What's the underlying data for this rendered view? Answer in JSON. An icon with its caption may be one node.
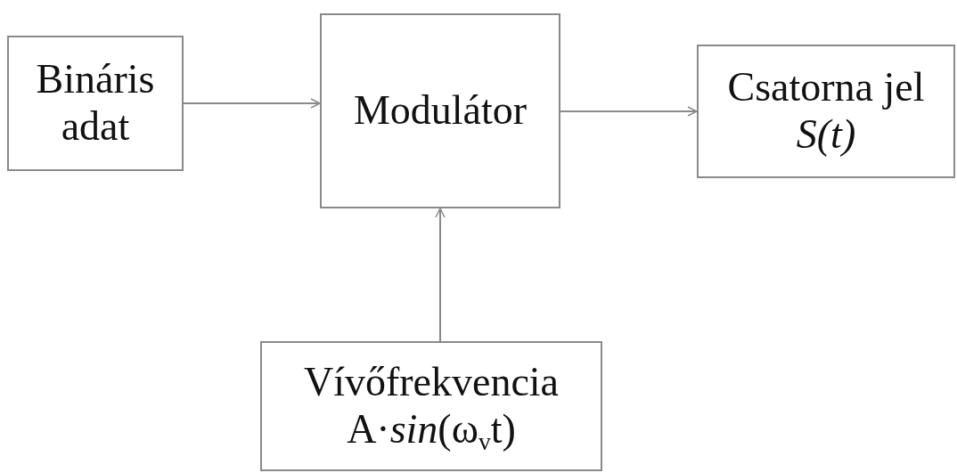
{
  "diagram": {
    "nodes": [
      {
        "text": [
          "Bináris adat"
        ]
      },
      {
        "text": [
          "Modulátor"
        ]
      },
      {
        "text": [
          "Csatorna jel",
          "S(t)"
        ]
      },
      {
        "text": [
          "Vívőfrekvencia",
          "A·*sin*(ω$_{v}$t)"
        ]
      }
    ],
    "edges": [
      {
        "from": 0,
        "to": 1,
        "arrow": "to"
      },
      {
        "from": 1,
        "to": 2,
        "arrow": "to"
      },
      {
        "from": 3,
        "to": 1,
        "arrow": "to"
      }
    ]
  }
}
